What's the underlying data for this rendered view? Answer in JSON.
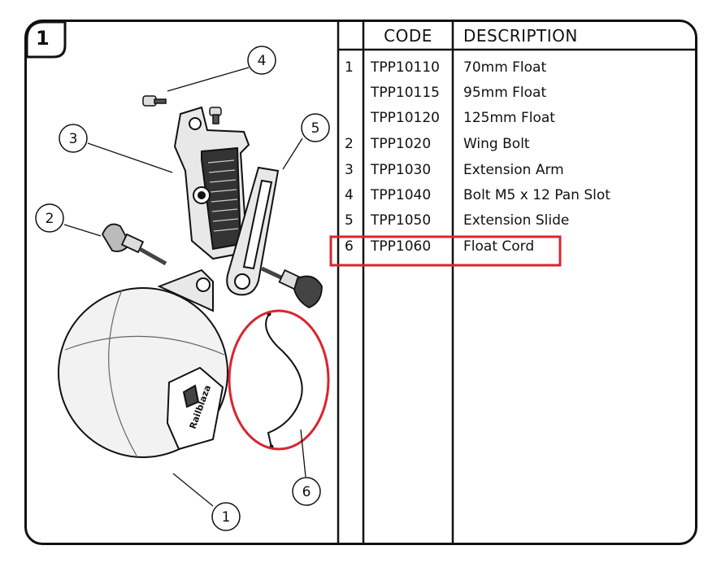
{
  "panel": {
    "number": "1"
  },
  "table": {
    "header_code": "CODE",
    "header_description": "DESCRIPTION",
    "rows": [
      {
        "no": "1",
        "code": "TPP10110",
        "description": "70mm Float"
      },
      {
        "no": "",
        "code": "TPP10115",
        "description": "95mm Float"
      },
      {
        "no": "",
        "code": "TPP10120",
        "description": "125mm Float"
      },
      {
        "no": "2",
        "code": "TPP1020",
        "description": "Wing Bolt"
      },
      {
        "no": "3",
        "code": "TPP1030",
        "description": "Extension Arm"
      },
      {
        "no": "4",
        "code": "TPP1040",
        "description": "Bolt M5 x 12 Pan Slot"
      },
      {
        "no": "5",
        "code": "TPP1050",
        "description": "Extension Slide"
      },
      {
        "no": "6",
        "code": "TPP1060",
        "description": "Float Cord"
      }
    ],
    "highlighted_row": "6"
  },
  "callouts": [
    "1",
    "2",
    "3",
    "4",
    "5",
    "6"
  ],
  "float_logo_text": "Railblaza",
  "colors": {
    "highlight": "#d9252e",
    "line": "#111111"
  }
}
